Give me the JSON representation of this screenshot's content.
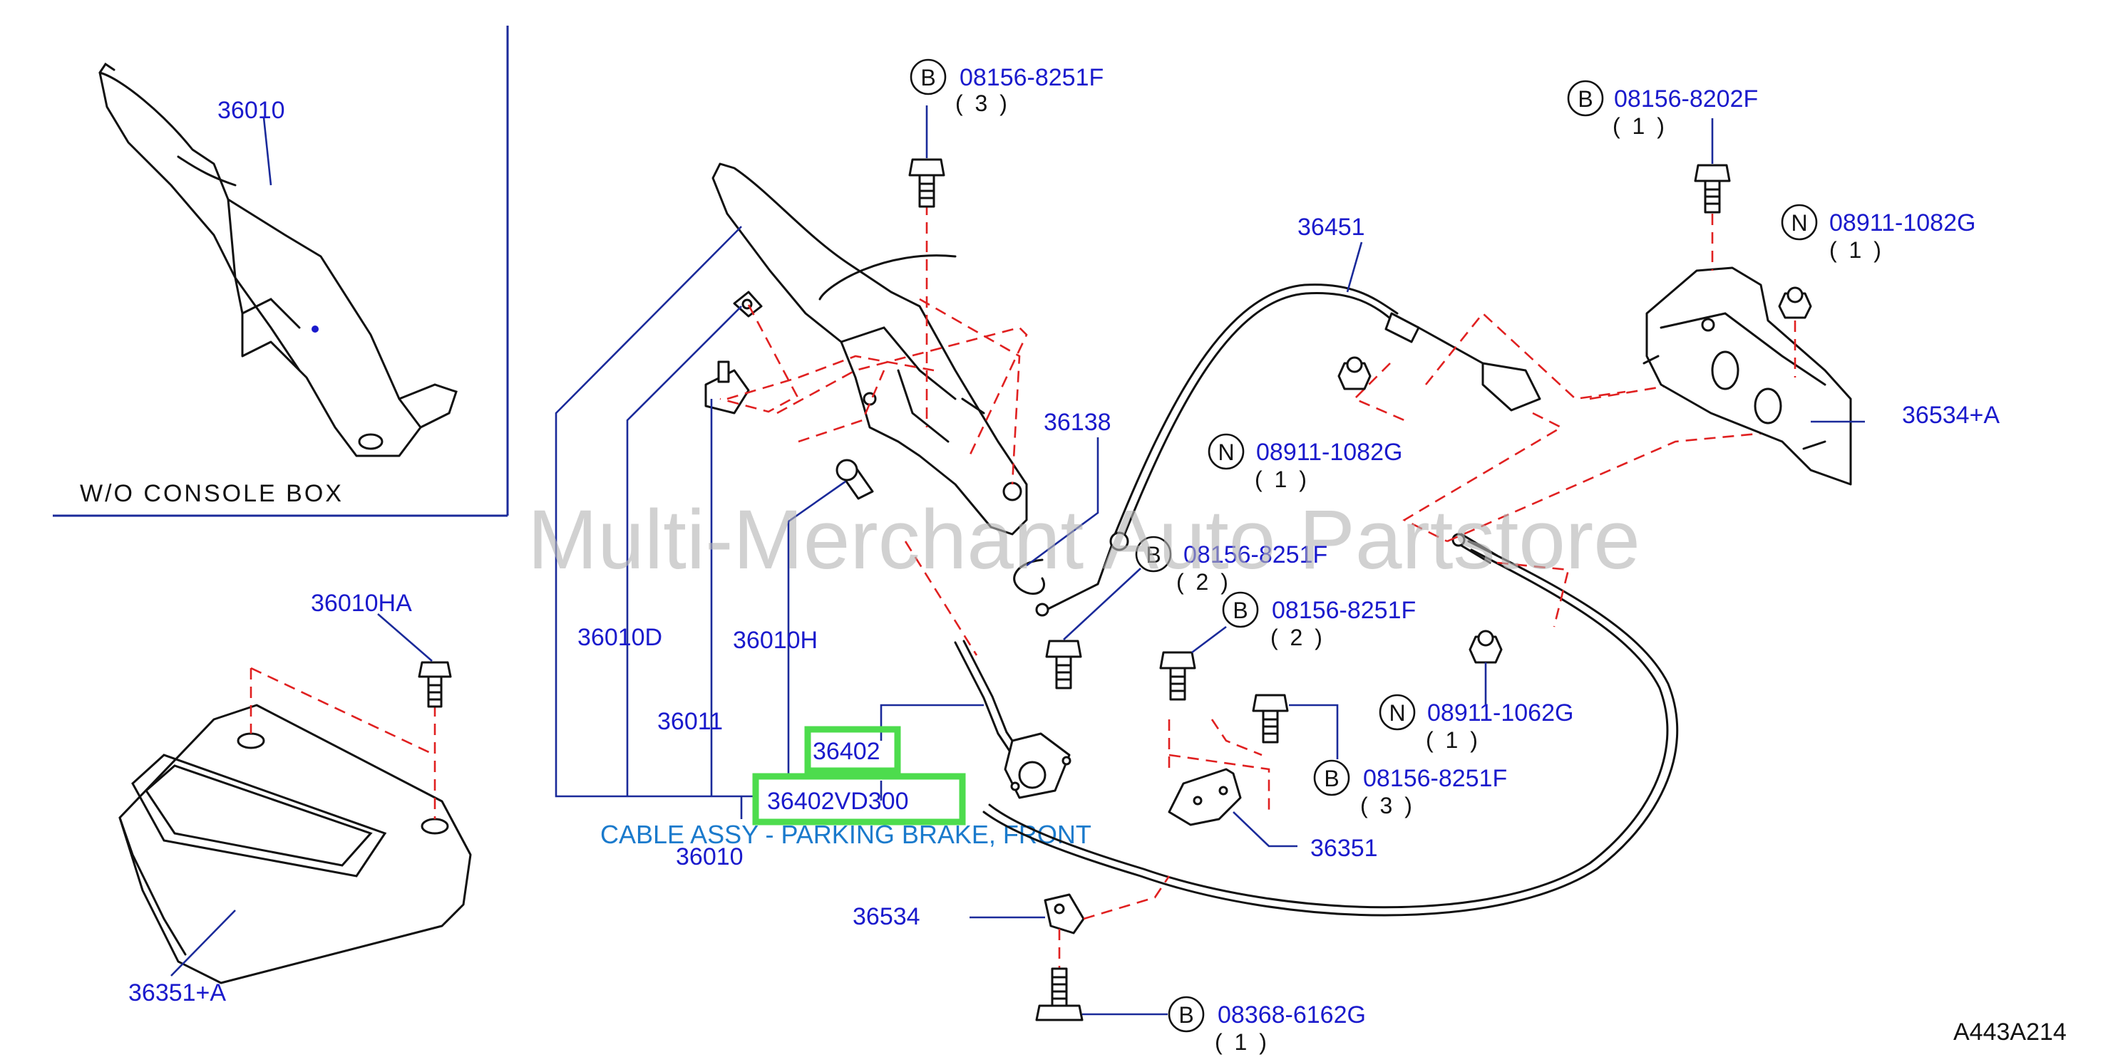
{
  "inset_label": "W/O   CONSOLE   BOX",
  "watermark": "Multi-Merchant Auto Partstore",
  "diagram_code": "A443A214",
  "highlight": {
    "part_number": "36402VD300",
    "description": "CABLE ASSY - PARKING BRAKE, FRONT",
    "color": "#4ddc4d"
  },
  "labels": {
    "p36010_inset": "36010",
    "p36010_main": "36010",
    "p36010HA": "36010HA",
    "p36010D": "36010D",
    "p36010H": "36010H",
    "p36011": "36011",
    "p36402": "36402",
    "p36451": "36451",
    "p36138": "36138",
    "p36351": "36351",
    "p36351A": "36351+A",
    "p36534": "36534",
    "p36534A": "36534+A"
  },
  "fasteners": [
    {
      "badge": "B",
      "part": "08156-8251F",
      "qty": "( 3 )"
    },
    {
      "badge": "B",
      "part": "08156-8202F",
      "qty": "( 1 )"
    },
    {
      "badge": "N",
      "part": "08911-1082G",
      "qty": "( 1 )"
    },
    {
      "badge": "N",
      "part": "08911-1082G",
      "qty": "( 1 )"
    },
    {
      "badge": "B",
      "part": "08156-8251F",
      "qty": "( 2 )"
    },
    {
      "badge": "B",
      "part": "08156-8251F",
      "qty": "( 2 )"
    },
    {
      "badge": "N",
      "part": "08911-1062G",
      "qty": "( 1 )"
    },
    {
      "badge": "B",
      "part": "08156-8251F",
      "qty": "( 3 )"
    },
    {
      "badge": "B",
      "part": "08368-6162G",
      "qty": "( 1 )"
    }
  ]
}
